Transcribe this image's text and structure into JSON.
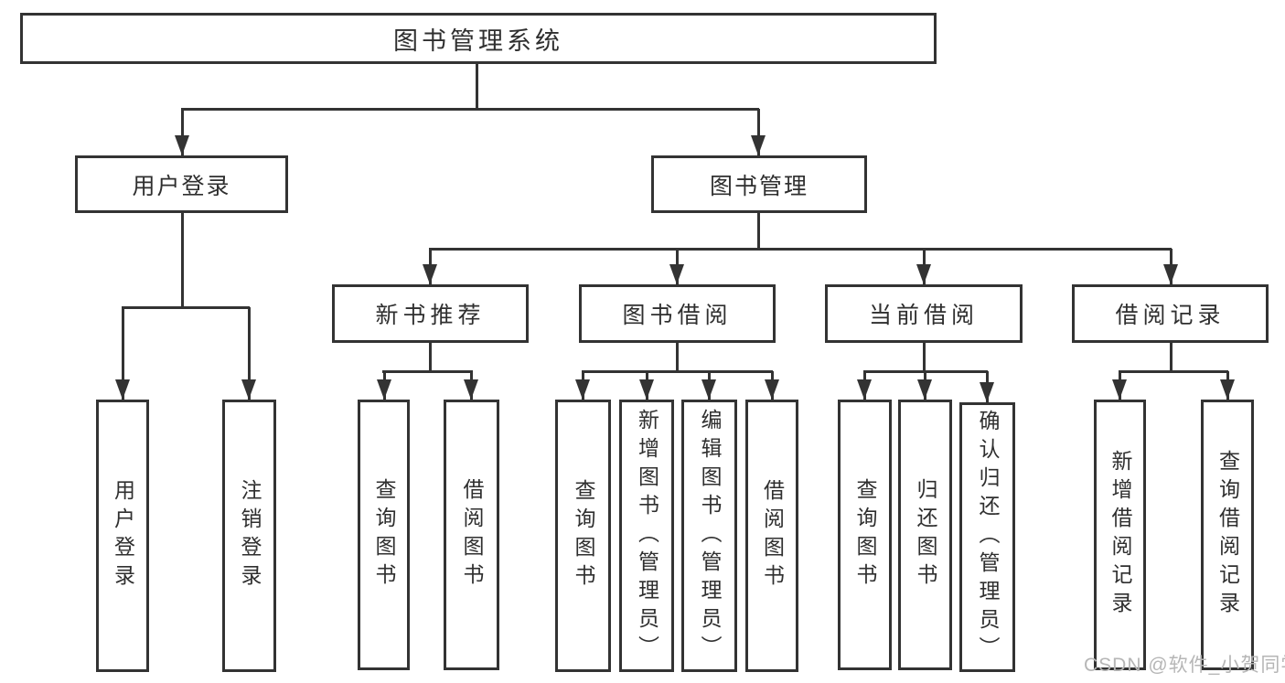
{
  "tree": {
    "root": {
      "label": "图书管理系统"
    },
    "children": [
      {
        "label": "用户登录",
        "children": [
          {
            "label": "用户登录"
          },
          {
            "label": "注销登录"
          }
        ]
      },
      {
        "label": "图书管理",
        "children": [
          {
            "label": "新书推荐",
            "children": [
              {
                "label": "查询图书"
              },
              {
                "label": "借阅图书"
              }
            ]
          },
          {
            "label": "图书借阅",
            "children": [
              {
                "label": "查询图书"
              },
              {
                "label": "新增图书（管理员）"
              },
              {
                "label": "编辑图书（管理员）"
              },
              {
                "label": "借阅图书"
              }
            ]
          },
          {
            "label": "当前借阅",
            "children": [
              {
                "label": "查询图书"
              },
              {
                "label": "归还图书"
              },
              {
                "label": "确认归还（管理员）"
              }
            ]
          },
          {
            "label": "借阅记录",
            "children": [
              {
                "label": "新增借阅记录"
              },
              {
                "label": "查询借阅记录"
              }
            ]
          }
        ]
      }
    ]
  },
  "watermark": {
    "text": "CSDN @软件_小贺同学"
  },
  "colors": {
    "line": "#333333",
    "box_border": "#333333",
    "text": "#2f2f2f",
    "watermark": "#b6b6b6",
    "background": "#ffffff"
  }
}
